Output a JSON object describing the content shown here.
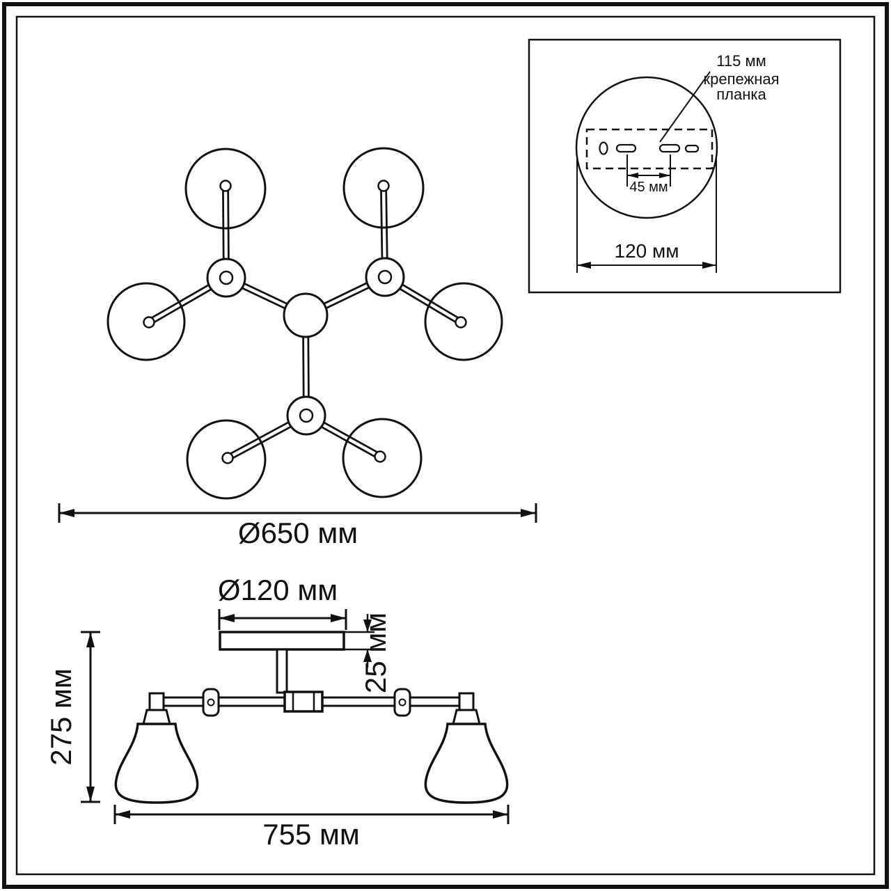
{
  "labels": {
    "top_view_diameter": "Ø650 мм",
    "inset_offset": "115 мм",
    "inset_bracket_line1": "крепежная",
    "inset_bracket_line2": "планка",
    "inset_slot_spacing": "45 мм",
    "inset_plate_width": "120 мм",
    "canopy_diameter": "Ø120 мм",
    "canopy_height": "25 мм",
    "fixture_height": "275 мм",
    "fixture_width": "755 мм"
  },
  "colors": {
    "line": "#111111",
    "background": "#ffffff"
  }
}
